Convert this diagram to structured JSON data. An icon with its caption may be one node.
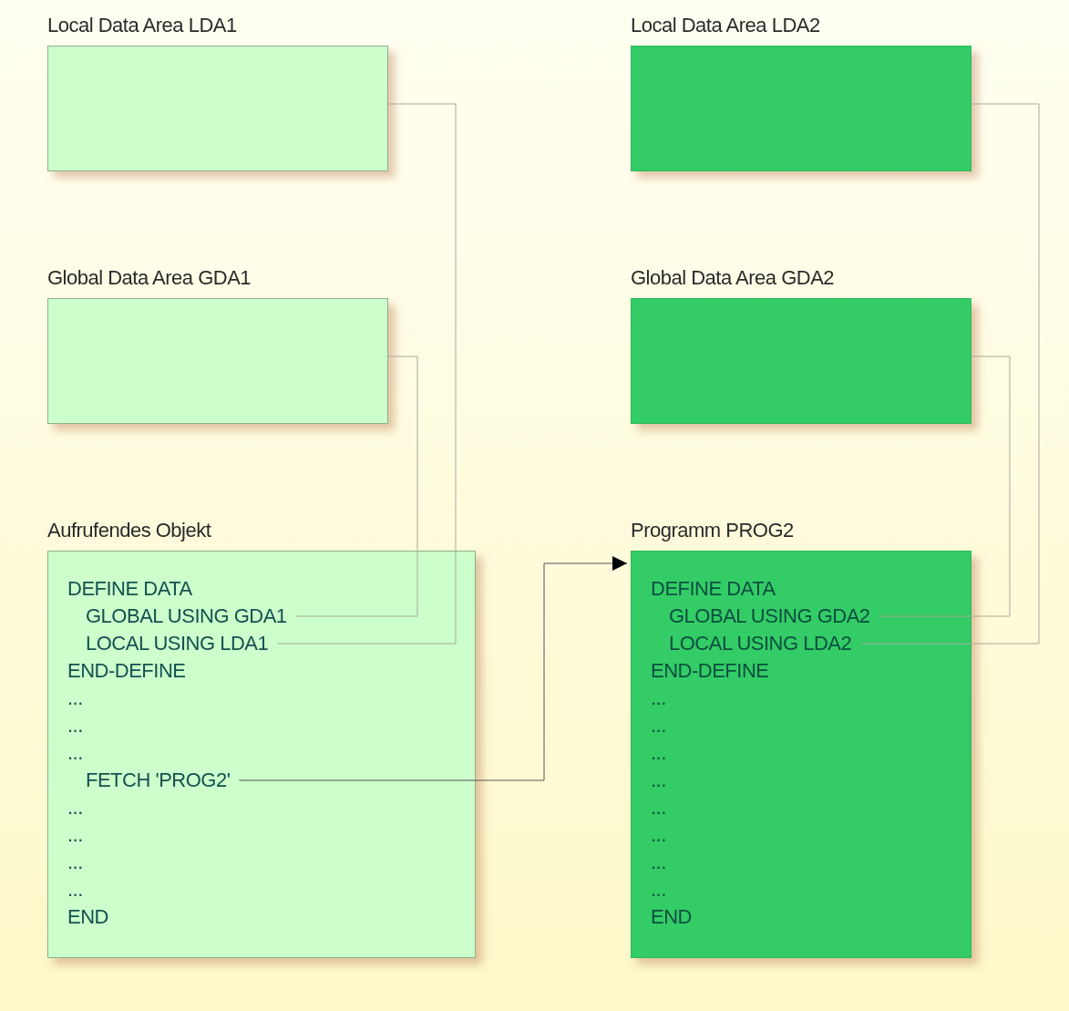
{
  "diagram": {
    "nodes": [
      {
        "text": [
          "Local Data Area LDA1"
        ]
      },
      {
        "text": [
          "Global Data Area GDA1"
        ]
      },
      {
        "text": [
          "Aufrufendes Objekt",
          "DEFINE DATA",
          "END-DEFINE",
          "...",
          "...",
          "...",
          "...",
          "...",
          "...",
          "...",
          "END"
        ]
      },
      {
        "text": [
          "GLOBAL USING GDA1"
        ],
        "in": 2
      },
      {
        "text": [
          "LOCAL USING LDA1"
        ],
        "in": 2
      },
      {
        "text": [
          "FETCH 'PROG2'"
        ],
        "in": 2
      },
      {
        "text": [
          "Local Data Area LDA2"
        ]
      },
      {
        "text": [
          "Global Data Area GDA2"
        ]
      },
      {
        "text": [
          "Programm PROG2",
          "DEFINE DATA",
          "END-DEFINE",
          "...",
          "...",
          "...",
          "...",
          "...",
          "...",
          "...",
          "...",
          "END"
        ]
      },
      {
        "text": [
          "GLOBAL USING GDA2"
        ],
        "in": 8
      },
      {
        "text": [
          "LOCAL USING LDA2"
        ],
        "in": 8
      }
    ],
    "edges": [
      {
        "from": 3,
        "to": 1,
        "arrow": "none"
      },
      {
        "from": 4,
        "to": 0,
        "arrow": "none"
      },
      {
        "from": 5,
        "to": 8,
        "arrow": "to",
        "color": "#555555"
      },
      {
        "from": 9,
        "to": 7,
        "arrow": "none"
      },
      {
        "from": 10,
        "to": 6,
        "arrow": "none"
      }
    ]
  }
}
